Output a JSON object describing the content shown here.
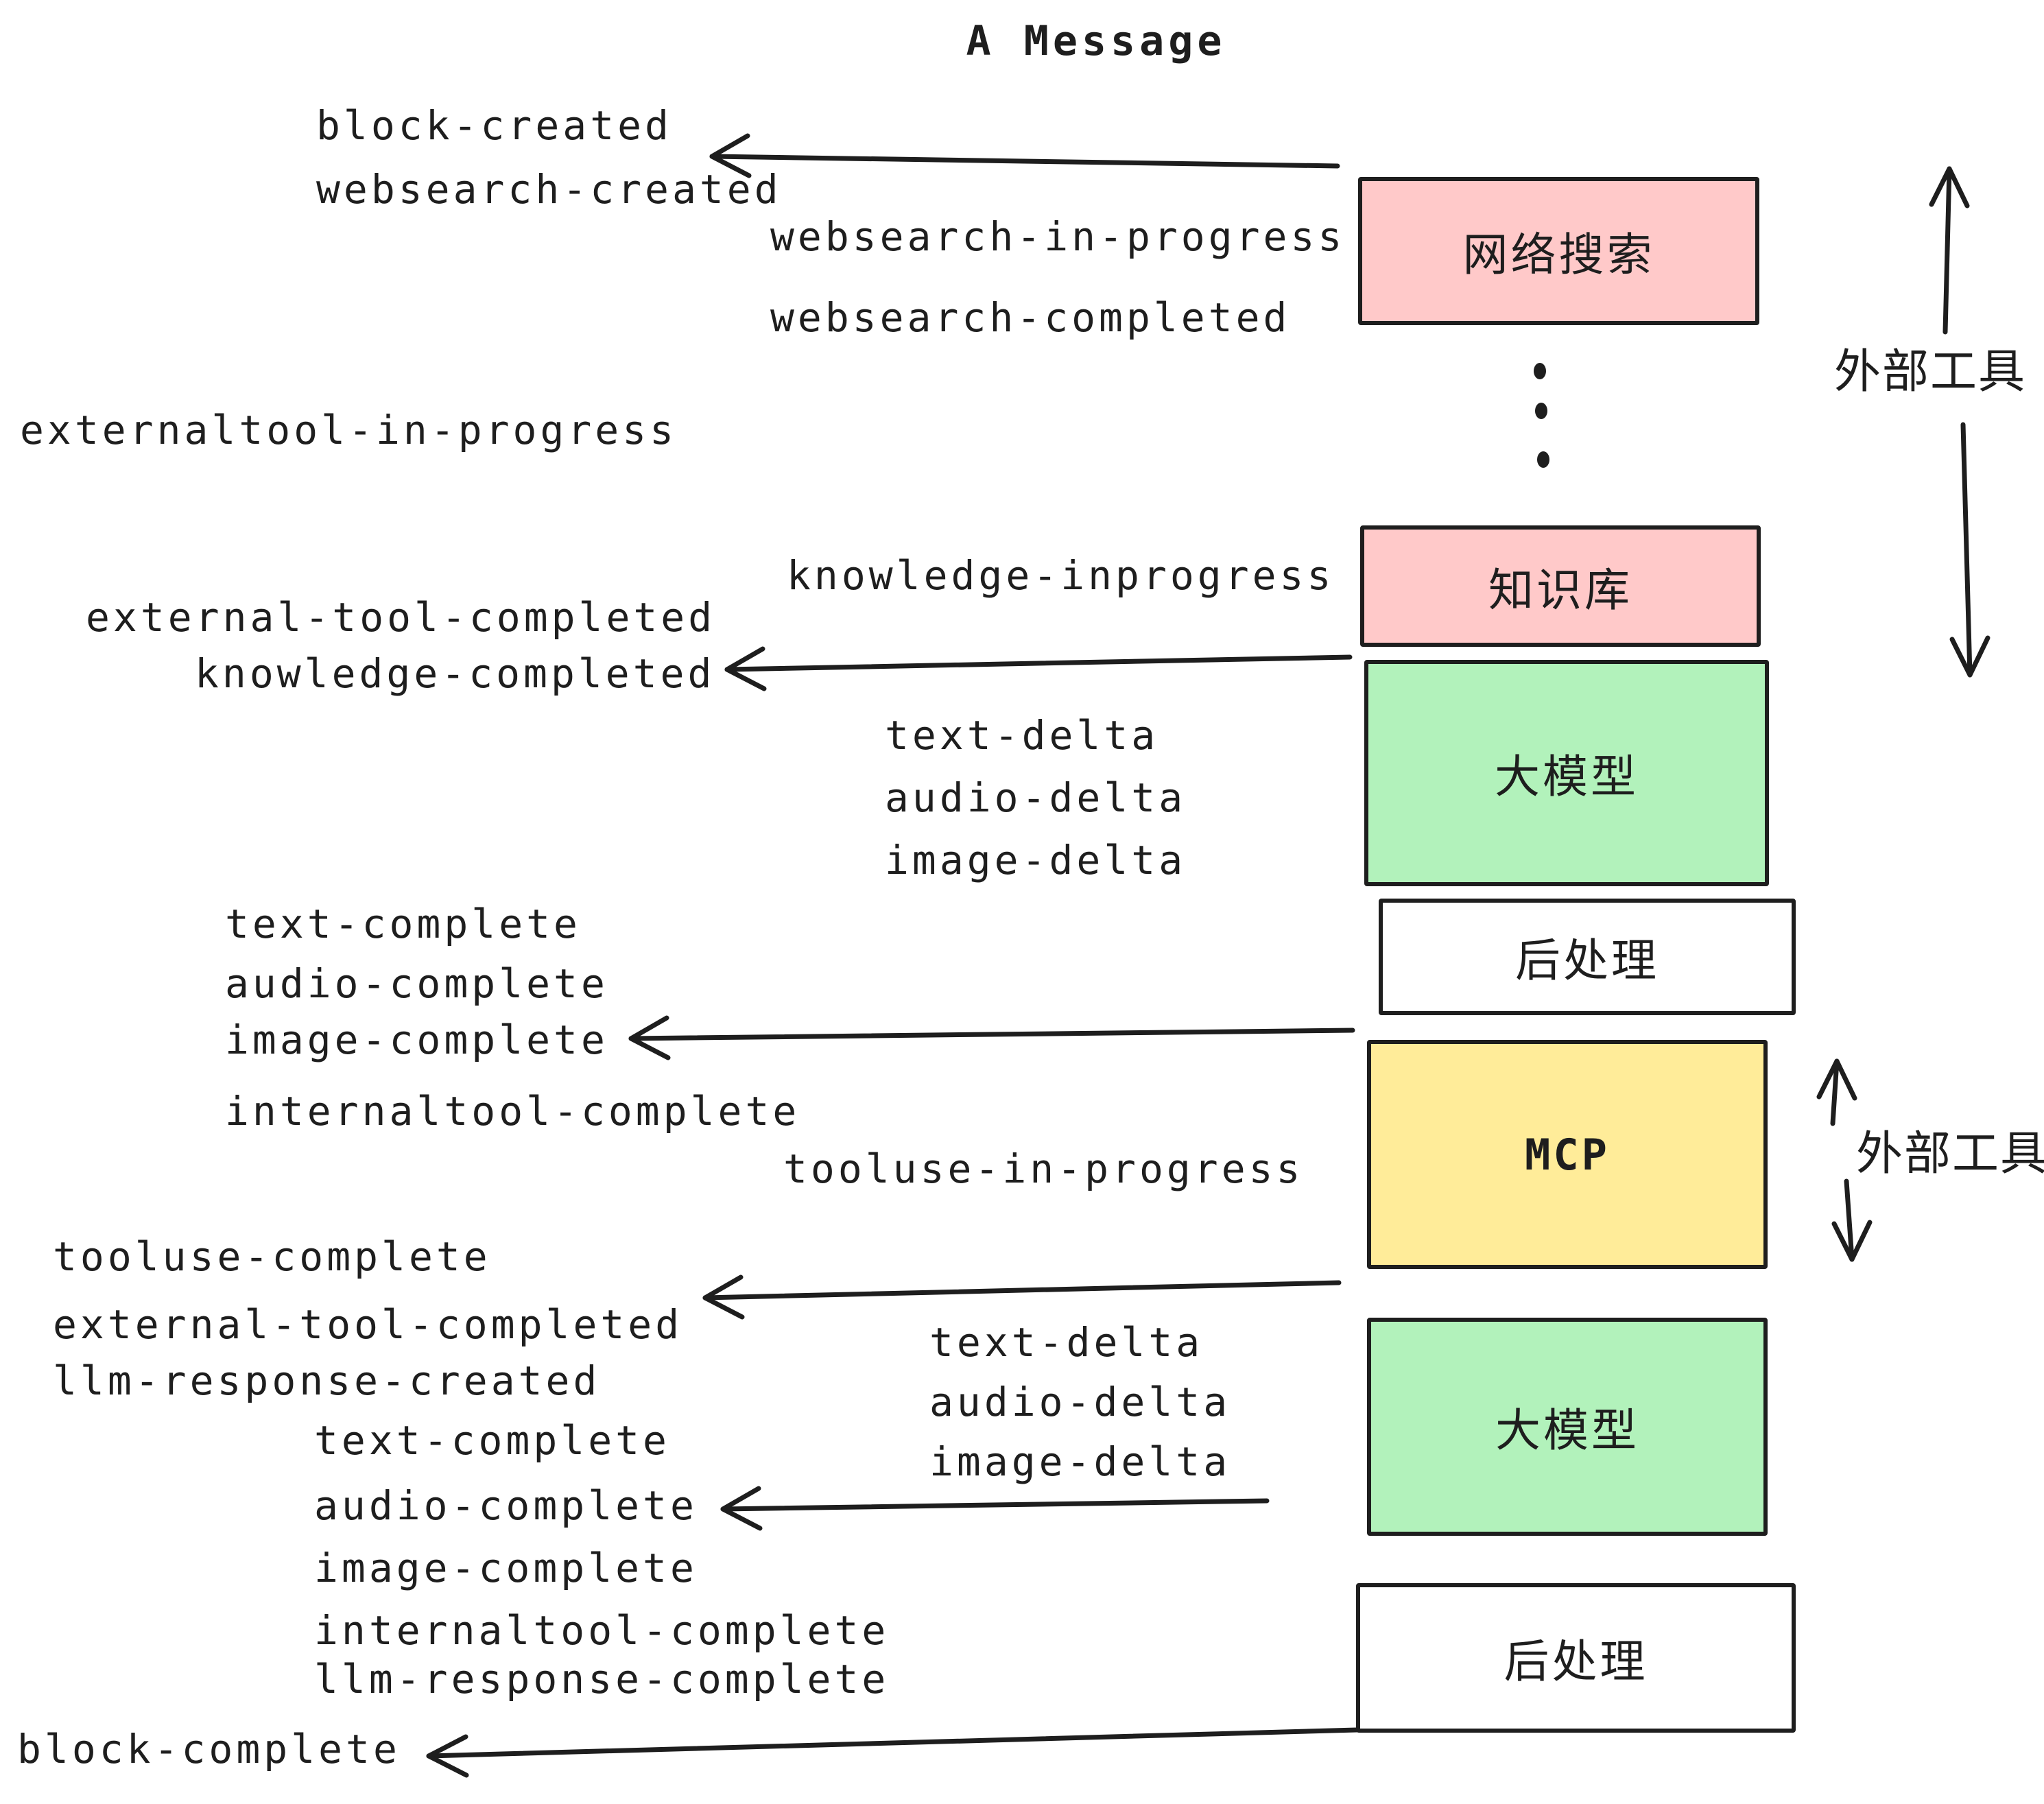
{
  "title": "A Message",
  "boxes": [
    {
      "id": "websearch",
      "label": "网络搜索",
      "color": "#ffc9c9"
    },
    {
      "id": "knowledge",
      "label": "知识库",
      "color": "#ffc9c9"
    },
    {
      "id": "llm-1",
      "label": "大模型",
      "color": "#b2f2bb"
    },
    {
      "id": "post-1",
      "label": "后处理",
      "color": "#ffffff"
    },
    {
      "id": "mcp",
      "label": "MCP",
      "color": "#ffec99"
    },
    {
      "id": "llm-2",
      "label": "大模型",
      "color": "#b2f2bb"
    },
    {
      "id": "post-2",
      "label": "后处理",
      "color": "#ffffff"
    }
  ],
  "side_labels": [
    {
      "id": "external-tools-top",
      "label": "外部工具"
    },
    {
      "id": "external-tools-bottom",
      "label": "外部工具"
    }
  ],
  "events": [
    {
      "id": "block-created",
      "label": "block-created"
    },
    {
      "id": "websearch-created",
      "label": "websearch-created"
    },
    {
      "id": "websearch-in-progress",
      "label": "websearch-in-progress"
    },
    {
      "id": "websearch-completed",
      "label": "websearch-completed"
    },
    {
      "id": "externaltool-in-progress",
      "label": "externaltool-in-progress"
    },
    {
      "id": "knowledge-inprogress",
      "label": "knowledge-inprogress"
    },
    {
      "id": "external-tool-completed",
      "label": "external-tool-completed"
    },
    {
      "id": "knowledge-completed",
      "label": "knowledge-completed"
    },
    {
      "id": "text-delta-1",
      "label": "text-delta"
    },
    {
      "id": "audio-delta-1",
      "label": "audio-delta"
    },
    {
      "id": "image-delta-1",
      "label": "image-delta"
    },
    {
      "id": "text-complete-1",
      "label": "text-complete"
    },
    {
      "id": "audio-complete-1",
      "label": "audio-complete"
    },
    {
      "id": "image-complete-1",
      "label": "image-complete"
    },
    {
      "id": "internaltool-complete-1",
      "label": "internaltool-complete"
    },
    {
      "id": "tooluse-in-progress",
      "label": "tooluse-in-progress"
    },
    {
      "id": "tooluse-complete",
      "label": "tooluse-complete"
    },
    {
      "id": "external-tool-completed-2",
      "label": "external-tool-completed"
    },
    {
      "id": "llm-response-created",
      "label": "llm-response-created"
    },
    {
      "id": "text-complete-2",
      "label": "text-complete"
    },
    {
      "id": "audio-complete-2",
      "label": "audio-complete"
    },
    {
      "id": "image-complete-2",
      "label": "image-complete"
    },
    {
      "id": "internaltool-complete-2",
      "label": "internaltool-complete"
    },
    {
      "id": "llm-response-complete",
      "label": "llm-response-complete"
    },
    {
      "id": "block-complete",
      "label": "block-complete"
    },
    {
      "id": "text-delta-2",
      "label": "text-delta"
    },
    {
      "id": "audio-delta-2",
      "label": "audio-delta"
    },
    {
      "id": "image-delta-2",
      "label": "image-delta"
    }
  ],
  "colors": {
    "stroke": "#1e1e1e",
    "pink": "#ffc9c9",
    "green": "#b2f2bb",
    "yellow": "#ffec99",
    "white": "#ffffff"
  }
}
